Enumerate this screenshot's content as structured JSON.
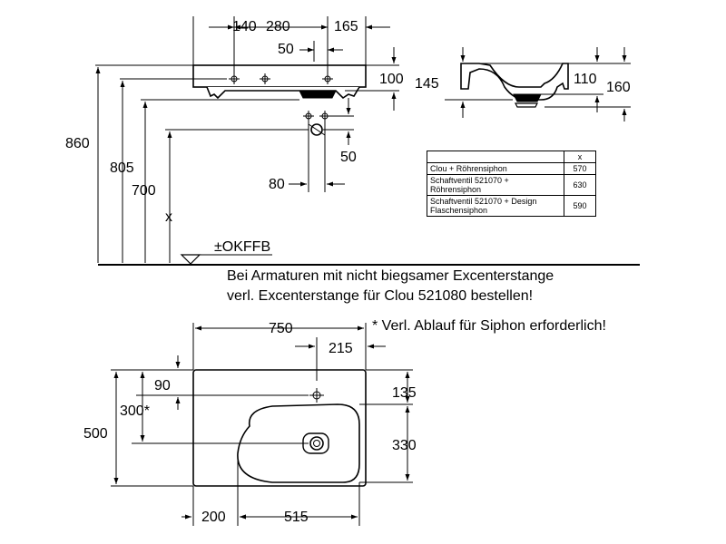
{
  "front_view": {
    "tap_spacing": [
      "140",
      "280",
      "165"
    ],
    "offset_50_top": "50",
    "heights": [
      "860",
      "805",
      "700",
      "x"
    ],
    "rim_100": "100",
    "siphon_80": "80",
    "siphon_50": "50",
    "floor_label": "±OKFFB"
  },
  "side_view": {
    "dims": [
      "145",
      "110",
      "160"
    ]
  },
  "siphon_table": {
    "header": [
      "",
      "x"
    ],
    "rows": [
      {
        "name": "Clou + Röhrensiphon",
        "value": "570"
      },
      {
        "name": "Schaftventil 521070 + Röhrensiphon",
        "value": "630"
      },
      {
        "name": "Schaftventil 521070 + Design Flaschensiphon",
        "value": "590"
      }
    ]
  },
  "notes": {
    "line1": "Bei Armaturen mit nicht biegsamer Excenterstange",
    "line2": "verl. Excenterstange für Clou 521080 bestellen!",
    "star_note": "* Verl. Ablauf für Siphon erforderlich!"
  },
  "top_view": {
    "width": "750",
    "drain_offset": "215",
    "d90": "90",
    "d300": "300*",
    "depth": "500",
    "d135": "135",
    "d330": "330",
    "d200": "200",
    "d515": "515"
  }
}
